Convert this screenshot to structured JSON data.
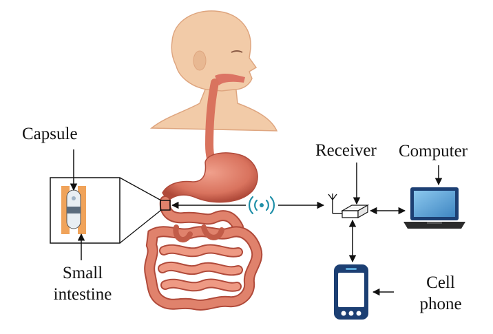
{
  "labels": {
    "capsule": "Capsule",
    "small_intestine_line1": "Small",
    "small_intestine_line2": "intestine",
    "receiver": "Receiver",
    "computer": "Computer",
    "cell_phone_line1": "Cell",
    "cell_phone_line2": "phone"
  },
  "icons": {
    "wireless": "wireless-signal-icon",
    "antenna": "antenna-icon",
    "receiver": "receiver-box-icon",
    "laptop": "laptop-icon",
    "phone": "smartphone-icon"
  },
  "colors": {
    "skin": "#f2cba8",
    "skin_shadow": "#dea57f",
    "organ": "#d9735e",
    "organ_dark": "#b04a3a",
    "organ_light": "#f0a08c",
    "wireless": "#1f8fa8",
    "device_blue": "#1c3f73",
    "screen_blue": "#5aa7d8",
    "capsule_orange": "#f0a35a",
    "line": "#111111"
  }
}
